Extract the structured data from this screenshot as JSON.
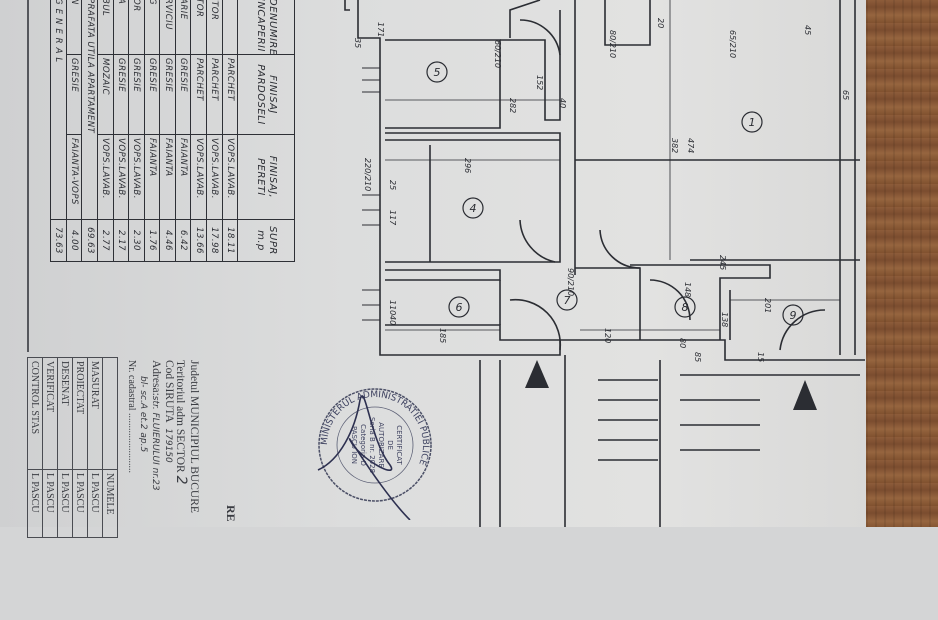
{
  "finishes_table": {
    "headers": [
      "DENUMIREA INCAPERII",
      "FINISAJ PARDOSELI",
      "FINISAJ, PERETI",
      "SUPR m.p"
    ],
    "rows": [
      {
        "name": "",
        "floor": "PARCHET",
        "walls": "VOPS.LAVAB.",
        "area": "18.11"
      },
      {
        "name": "ITOR",
        "floor": "PARCHET",
        "walls": "VOPS.LAVAB.",
        "area": "17.98"
      },
      {
        "name": "TOR",
        "floor": "PARCHET",
        "walls": "VOPS.LAVAB.",
        "area": "13.66"
      },
      {
        "name": "ARIE",
        "floor": "GRESIE",
        "walls": "FAIANTA",
        "area": "6.42"
      },
      {
        "name": "RVICIU",
        "floor": "GRESIE",
        "walls": "FAIANTA",
        "area": "4.46"
      },
      {
        "name": "G",
        "floor": "GRESIE",
        "walls": "FAIANTA",
        "area": "1.76"
      },
      {
        "name": "OR",
        "floor": "GRESIE",
        "walls": "VOPS.LAVAB.",
        "area": "2.30"
      },
      {
        "name": "A",
        "floor": "GRESIE",
        "walls": "VOPS.LAVAB.",
        "area": "2.17"
      },
      {
        "name": "BUL",
        "floor": "MOZAIC",
        "walls": "VOPS.LAVAB.",
        "area": "2.77"
      }
    ],
    "useful_area": {
      "label": "PRAFATA UTILA APARTAMENT",
      "area": "69.63"
    },
    "balcony": {
      "name": "N",
      "floor": "GRESIE",
      "walls": "FAIANTA-VOPS",
      "area": "4.00"
    },
    "total": {
      "label": "GENERAL",
      "area": "73.63"
    }
  },
  "title_block": {
    "heading": "RE",
    "county": "Judetul MUNICIPIUL BUCURE",
    "territory_label": "Teritoriul adm SECTOR",
    "territory_value": "2",
    "siruta_label": "Cod SIRUTA",
    "siruta_value": "179150",
    "address_label": "Adresa:",
    "address_line1": "str. FLUIERULUI nr.23",
    "address_line2": "bl- sc.A et.2 ap.5",
    "cadastral": "Nr. cadastral ........................",
    "names_header": "NUMELE",
    "roles": [
      {
        "role": "MASURAT",
        "name": "L PASCU"
      },
      {
        "role": "PROIECTAT",
        "name": "L PASCU"
      },
      {
        "role": "DESENAT",
        "name": "L PASCU"
      },
      {
        "role": "VERIFICAT",
        "name": "L PASCU"
      },
      {
        "role": "CONTROL STAS",
        "name": "L PASCU"
      }
    ]
  },
  "stamp": {
    "ring_text": "MINISTERUL ADMINISTRATIEI PUBLICE",
    "center_text": [
      "CERTIFICAT",
      "DE",
      "AUTORIZARE",
      "Seria B nr. 2028",
      "Categoria D",
      "PASCU ION"
    ]
  },
  "floor_plan": {
    "rooms": [
      "5",
      "1",
      "4",
      "6",
      "7",
      "8",
      "9"
    ],
    "dimensions": [
      "171",
      "282",
      "152",
      "40",
      "296",
      "474",
      "382",
      "245",
      "201",
      "148",
      "138",
      "185",
      "120",
      "60/210",
      "80/210",
      "90/210",
      "65/210",
      "220/210",
      "35",
      "20",
      "45",
      "65",
      "15",
      "85",
      "80",
      "25",
      "117",
      "110",
      "40"
    ]
  },
  "colors": {
    "paper": "#d9dada",
    "ink": "#2b2d33",
    "wood": "#8d5c3a"
  }
}
